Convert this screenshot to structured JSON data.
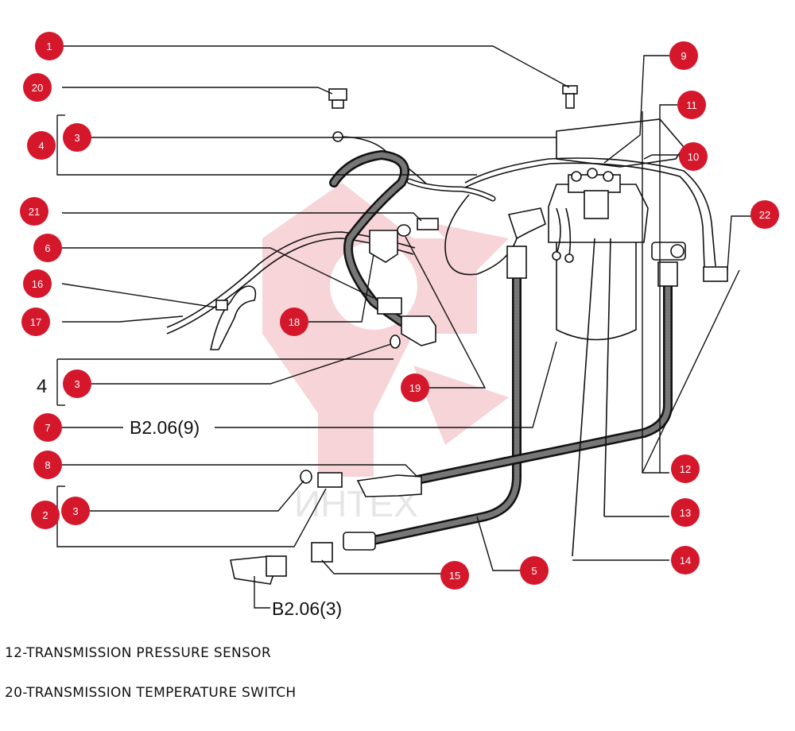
{
  "diagram": {
    "callouts": [
      "1",
      "20",
      "3",
      "4",
      "21",
      "6",
      "16",
      "17",
      "18",
      "3",
      "19",
      "7",
      "8",
      "2",
      "3",
      "15",
      "5",
      "9",
      "11",
      "10",
      "22",
      "12",
      "13",
      "14"
    ],
    "group_labels": [
      "4",
      "4",
      "2"
    ],
    "refs": {
      "ref_a": "B2.06(9)",
      "ref_b": "B2.06(3)"
    },
    "watermark": "ИНТЕХ"
  },
  "legend": {
    "item_12": "12-TRANSMISSION PRESSURE SENSOR",
    "item_20": "20-TRANSMISSION TEMPERATURE SWITCH"
  }
}
